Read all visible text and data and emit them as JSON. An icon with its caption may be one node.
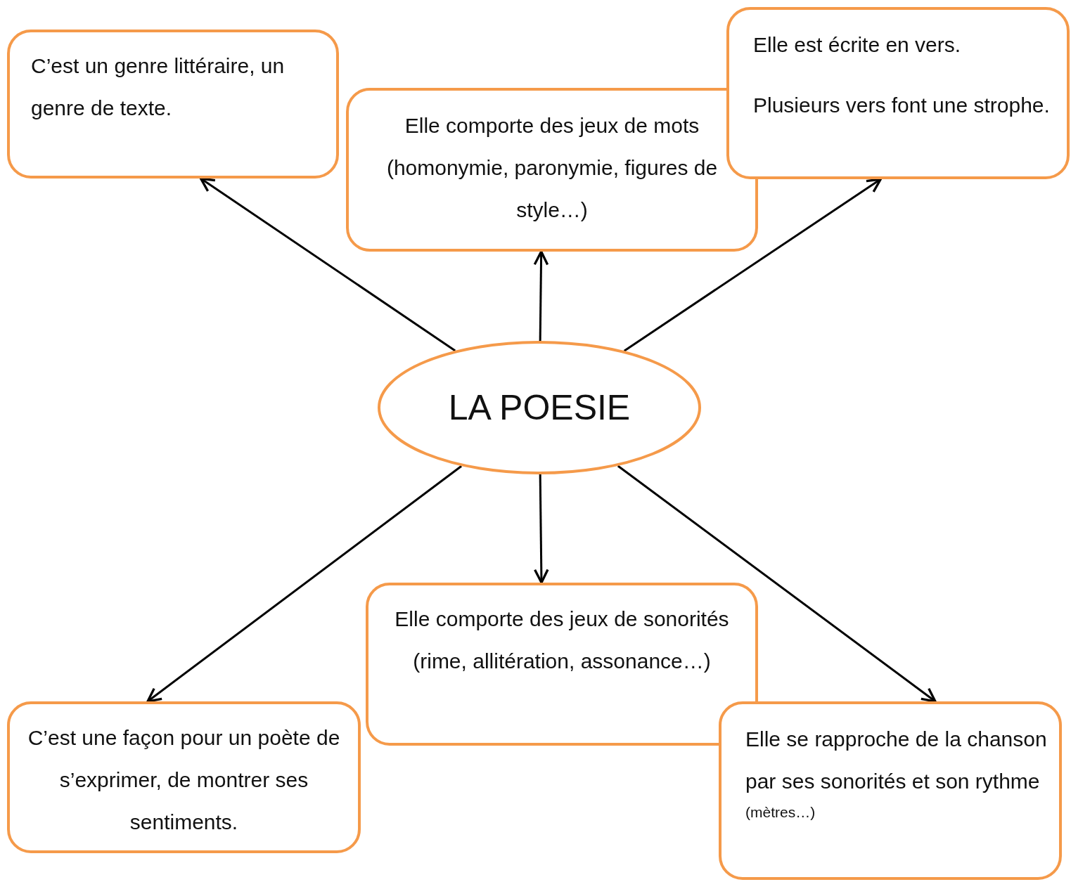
{
  "diagram": {
    "nodes": [
      {
        "text": [
          "C’est un genre littéraire, un genre de texte."
        ]
      },
      {
        "text": [
          "Elle comporte des jeux de mots (homonymie, paronymie, figures de style…)"
        ]
      },
      {
        "text": [
          "Elle est écrite en vers.",
          "Plusieurs vers font une strophe."
        ]
      },
      {
        "text": [
          "LA POESIE"
        ]
      },
      {
        "text": [
          "C’est une façon pour un poète de s’exprimer, de montrer ses sentiments."
        ]
      },
      {
        "text": [
          "Elle comporte des jeux de sonorités (rime, allitération, assonance…)"
        ]
      },
      {
        "text": [
          "Elle se rapproche de la chanson par ses sonorités et son rythme",
          "(mètres…)"
        ]
      }
    ],
    "edges": [
      {
        "from": 3,
        "to": 0,
        "arrow": "to"
      },
      {
        "from": 3,
        "to": 1,
        "arrow": "to"
      },
      {
        "from": 3,
        "to": 2,
        "arrow": "to"
      },
      {
        "from": 3,
        "to": 4,
        "arrow": "to"
      },
      {
        "from": 3,
        "to": 5,
        "arrow": "to"
      },
      {
        "from": 3,
        "to": 6,
        "arrow": "to"
      }
    ]
  }
}
